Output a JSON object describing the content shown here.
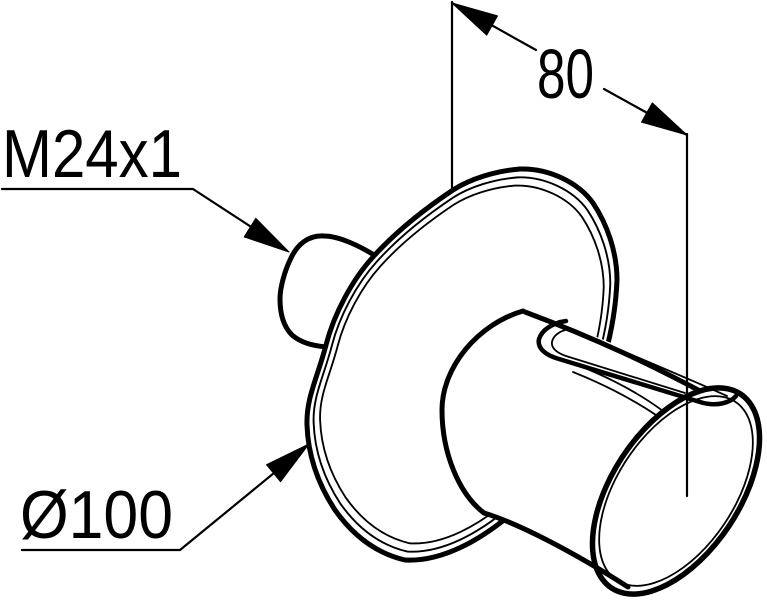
{
  "page": {
    "background": "#ffffff",
    "line_color": "#000000"
  },
  "annotations": {
    "depth_label": "80",
    "thread_label": "M24x1",
    "diameter_label": "Ø100"
  }
}
